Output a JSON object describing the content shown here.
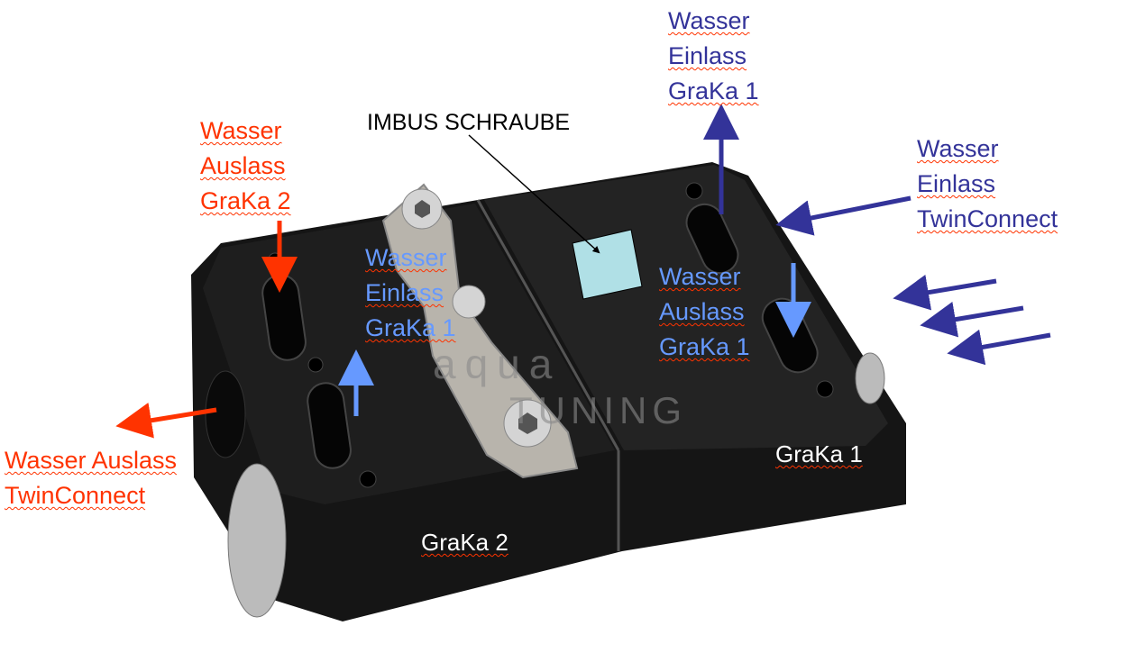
{
  "labels": {
    "imbus": "IMBUS SCHRAUBE",
    "auslass_graka2": [
      "Wasser",
      "Auslass",
      "GraKa 2"
    ],
    "auslass_twin": [
      "Wasser Auslass",
      "TwinConnect"
    ],
    "einlass_graka1_left": [
      "Wasser",
      "Einlass",
      "GraKa 1"
    ],
    "einlass_graka1_top": [
      "Wasser",
      "Einlass",
      "GraKa 1"
    ],
    "einlass_twin": [
      "Wasser",
      "Einlass",
      "TwinConnect"
    ],
    "auslass_graka1": [
      "Wasser",
      "Auslass",
      "GraKa 1"
    ],
    "graka1": "GraKa 1",
    "graka2": "GraKa 2",
    "watermark": [
      "aqua",
      "TUNING"
    ]
  },
  "colors": {
    "red": "#ff3300",
    "dark_blue": "#333399",
    "light_blue": "#6699ff",
    "marker": "#b0e0e6"
  }
}
